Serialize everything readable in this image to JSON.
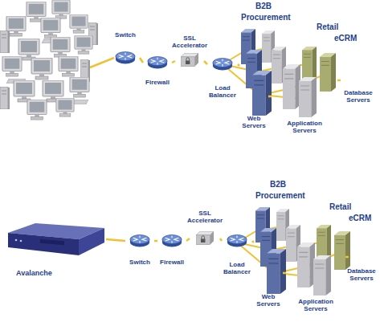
{
  "diagram": {
    "nodes": [
      {
        "text": [
          "Switch"
        ]
      },
      {
        "text": [
          "Firewall"
        ]
      },
      {
        "text": [
          "SSL Accelerator"
        ]
      },
      {
        "text": [
          "Load Balancer"
        ]
      },
      {
        "text": [
          "Web Servers"
        ]
      },
      {
        "text": [
          "Application Servers"
        ]
      },
      {
        "text": [
          "Database Servers"
        ]
      },
      {
        "text": [
          "Avalanche"
        ]
      },
      {
        "text": [
          "Switch"
        ]
      },
      {
        "text": [
          "Firewall"
        ]
      },
      {
        "text": [
          "SSL Accelerator"
        ]
      },
      {
        "text": [
          "Load Balancer"
        ]
      },
      {
        "text": [
          "Web Servers"
        ]
      },
      {
        "text": [
          "Application Servers"
        ]
      },
      {
        "text": [
          "Database Servers"
        ]
      }
    ],
    "edges": [
      {
        "from": 0,
        "to": 1,
        "arrow": "none"
      },
      {
        "from": 1,
        "to": 2,
        "arrow": "none"
      },
      {
        "from": 2,
        "to": 3,
        "arrow": "none"
      },
      {
        "from": 3,
        "to": 4,
        "arrow": "none"
      },
      {
        "from": 4,
        "to": 5,
        "arrow": "none"
      },
      {
        "from": 5,
        "to": 6,
        "arrow": "none"
      },
      {
        "from": 7,
        "to": 8,
        "arrow": "none"
      },
      {
        "from": 8,
        "to": 9,
        "arrow": "none"
      },
      {
        "from": 9,
        "to": 10,
        "arrow": "none"
      },
      {
        "from": 10,
        "to": 11,
        "arrow": "none"
      },
      {
        "from": 11,
        "to": 12,
        "arrow": "none"
      },
      {
        "from": 12,
        "to": 13,
        "arrow": "none"
      },
      {
        "from": 13,
        "to": 14,
        "arrow": "none"
      }
    ],
    "labels": [
      "B2B",
      "Procurement",
      "Retail",
      "eCRM",
      "B2B",
      "Procurement",
      "Retail",
      "eCRM"
    ]
  }
}
